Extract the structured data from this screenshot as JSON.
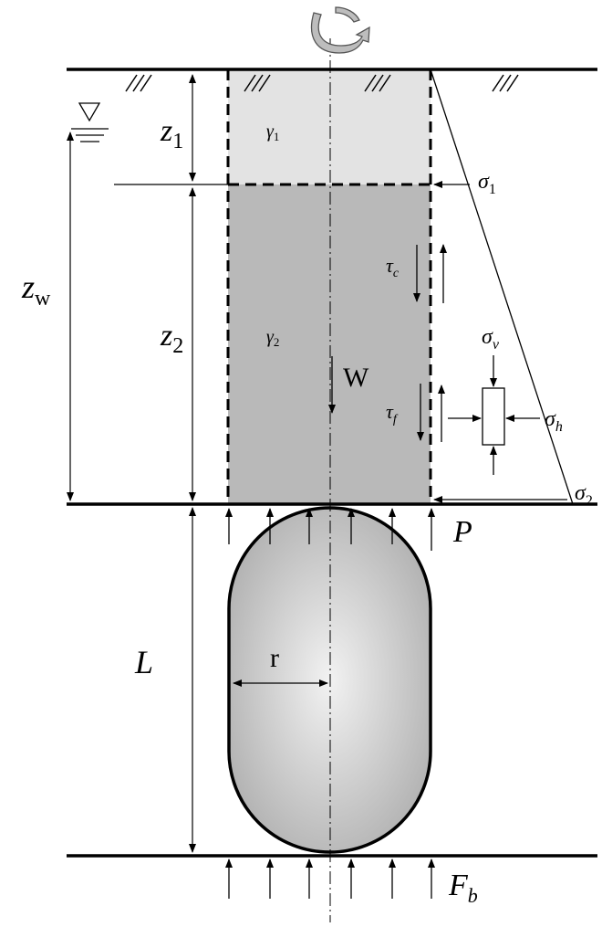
{
  "labels": {
    "z1": {
      "base": "z",
      "sub": "1"
    },
    "z2": {
      "base": "z",
      "sub": "2"
    },
    "zw": {
      "base": "z",
      "sub": "w"
    },
    "gamma1": {
      "base": "γ",
      "sub": "1"
    },
    "gamma2": {
      "base": "γ",
      "sub": "2"
    },
    "sigma1": {
      "base": "σ",
      "sub": "1"
    },
    "sigma2": {
      "base": "σ",
      "sub": "2"
    },
    "sigma_v": {
      "base": "σ",
      "sub": "v"
    },
    "sigma_h": {
      "base": "σ",
      "sub": "h"
    },
    "tau_c": {
      "base": "τ",
      "sub": "c"
    },
    "tau_f": {
      "base": "τ",
      "sub": "f"
    },
    "W": "W",
    "P": "P",
    "L": "L",
    "r": "r",
    "Fb": {
      "base": "F",
      "sub": "b"
    }
  },
  "colors": {
    "line": "#000000",
    "upper_soil": "#e3e3e3",
    "lower_soil": "#b9b9b9",
    "capsule_edge": "#a9a9a9",
    "capsule_center": "#f2f2f2",
    "rotation_arrow": "#bdbdbd",
    "background": "#ffffff"
  },
  "icons": {
    "rotation": "curved-rotation-arrow",
    "water_table": "inverted-triangle-water-level-icon",
    "ground_hatch": "ground-hatch-marks"
  }
}
